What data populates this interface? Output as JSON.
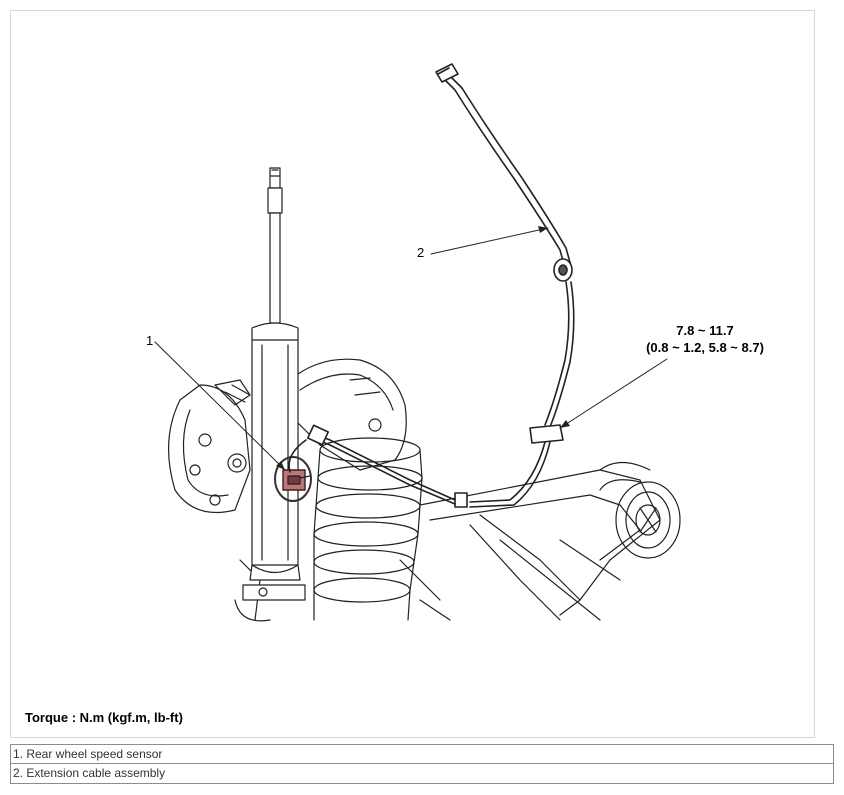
{
  "figure": {
    "callouts": [
      {
        "number": "1"
      },
      {
        "number": "2"
      }
    ],
    "torque_value": "7.8 ~ 11.7",
    "torque_alt_units": "(0.8 ~ 1.2, 5.8 ~ 8.7)",
    "torque_caption": "Torque : N.m (kgf.m, lb-ft)"
  },
  "legend": {
    "items": [
      "1. Rear wheel speed sensor",
      "2. Extension cable assembly"
    ]
  }
}
